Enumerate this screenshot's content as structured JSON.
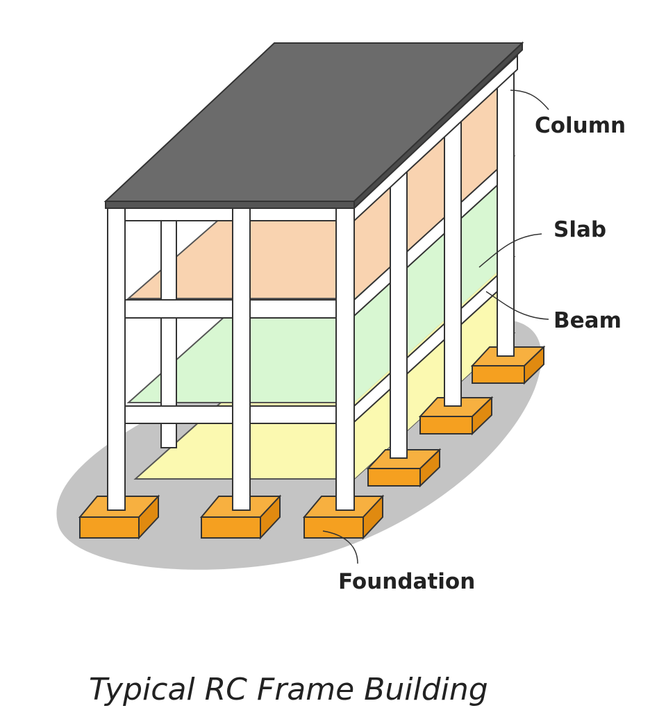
{
  "labels": {
    "column": "Column",
    "slab": "Slab",
    "beam": "Beam",
    "foundation": "Foundation"
  },
  "caption": "Typical RC Frame Building",
  "colors": {
    "roof": "#6b6b6b",
    "slab_top": "#f9d3b0",
    "slab_mid": "#d8f7d2",
    "slab_ground": "#fbf9b0",
    "footing": "#f5a020",
    "shadow": "#c4c4c4",
    "frame": "#ffffff"
  }
}
